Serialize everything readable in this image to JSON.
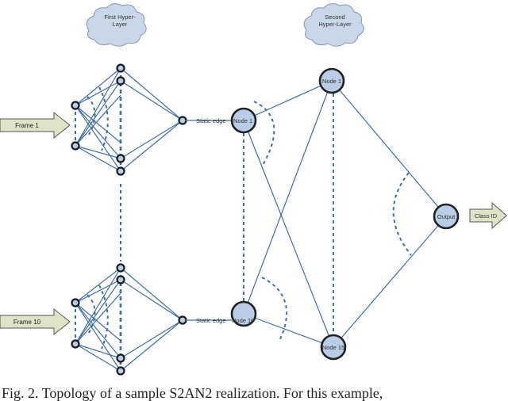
{
  "clouds": {
    "first": [
      "First Hyper-",
      "Layer"
    ],
    "second": [
      "Second",
      "Hyper-Layer"
    ]
  },
  "inputs": {
    "top": "Frame 1",
    "bottom": "Frame 10"
  },
  "edge_labels": {
    "top": "Static edge",
    "bottom": "Static edge"
  },
  "nodes": {
    "node1": "Node 1",
    "node_left_top": "Node 1",
    "node_left_bottom": "Node 10",
    "node15": "Node 15",
    "output": "Output"
  },
  "output_arrow": "Class ID",
  "caption": "Fig. 2. Topology of a sample S2AN2 realization. For this example,"
}
